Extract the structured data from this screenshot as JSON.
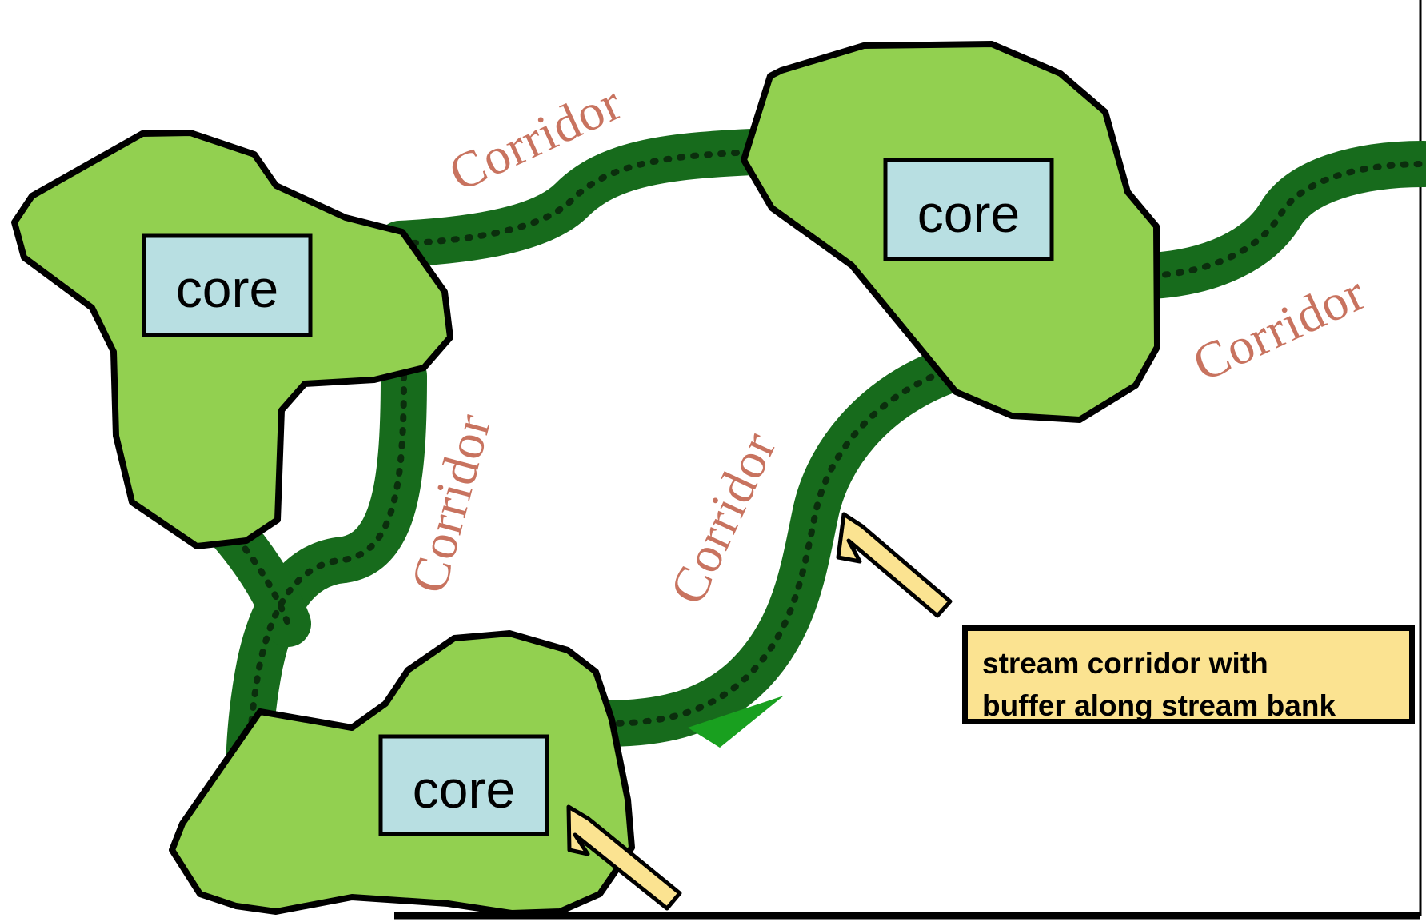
{
  "diagram": {
    "cores": [
      {
        "label": "core"
      },
      {
        "label": "core"
      },
      {
        "label": "core"
      }
    ],
    "corridors": [
      {
        "label": "Corridor"
      },
      {
        "label": "Corridor"
      },
      {
        "label": "Corridor"
      },
      {
        "label": "Corridor"
      }
    ],
    "callout": {
      "line1": "stream corridor with",
      "line2": "buffer along stream bank"
    },
    "colors": {
      "core_fill": "#92d050",
      "core_outline": "#000000",
      "corridor": "#176b1c",
      "corridor_dots": "#0b2e0d",
      "corridor_label": "#c8735f",
      "label_box": "#b8dfe2",
      "arrow_fill": "#fbe391",
      "callout_fill": "#fbe391"
    }
  }
}
